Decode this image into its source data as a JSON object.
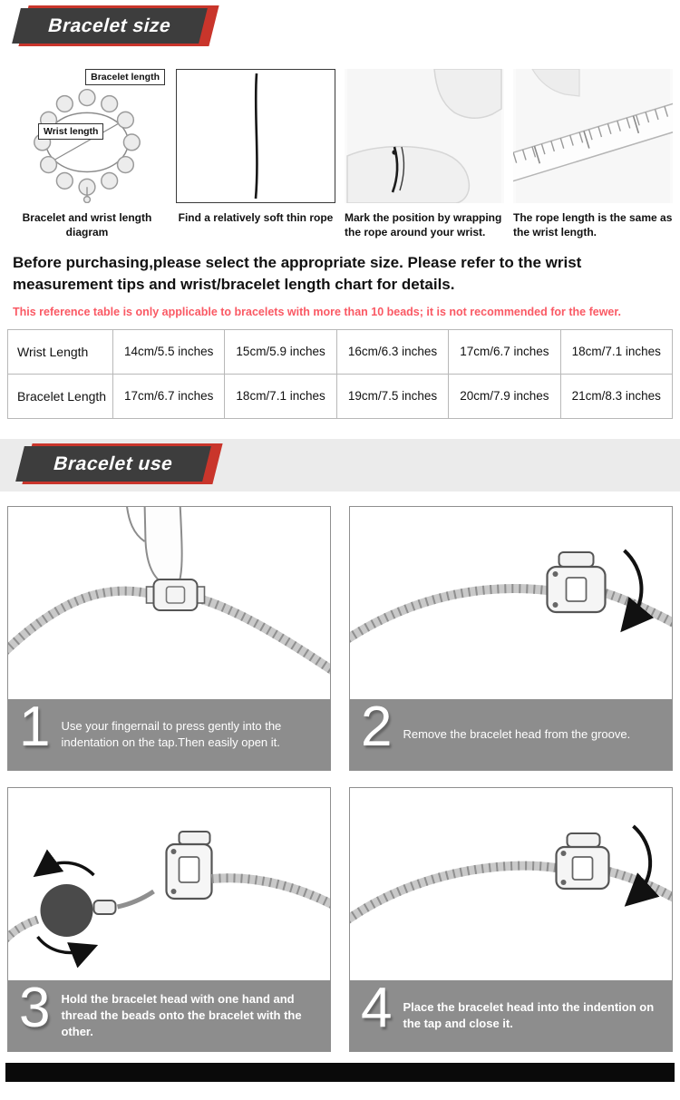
{
  "banners": {
    "size": "Bracelet size",
    "use": "Bracelet use"
  },
  "measure_steps": [
    {
      "caption": "Bracelet and wrist length diagram",
      "label_bracelet": "Bracelet length",
      "label_wrist": "Wrist length"
    },
    {
      "caption": "Find a relatively soft thin rope"
    },
    {
      "caption": "Mark the position by wrapping the rope around your wrist."
    },
    {
      "caption": "The rope length is the same as the wrist length."
    }
  ],
  "intro": "Before purchasing,please select the appropriate size. Please refer to the wrist measurement tips and wrist/bracelet length chart for details.",
  "note": "This reference table is only applicable to bracelets with more than 10 beads; it is not recommended for the fewer.",
  "size_table": {
    "rows": [
      {
        "label": "Wrist Length",
        "values": [
          "14cm/5.5 inches",
          "15cm/5.9 inches",
          "16cm/6.3 inches",
          "17cm/6.7 inches",
          "18cm/7.1 inches"
        ]
      },
      {
        "label": "Bracelet Length",
        "values": [
          "17cm/6.7 inches",
          "18cm/7.1 inches",
          "19cm/7.5 inches",
          "20cm/7.9 inches",
          "21cm/8.3 inches"
        ]
      }
    ]
  },
  "use_steps": [
    {
      "number": "1",
      "text": "Use your fingernail to press gently into the indentation on the tap.Then easily open it."
    },
    {
      "number": "2",
      "text": "Remove the bracelet head from the groove."
    },
    {
      "number": "3",
      "text": "Hold the bracelet head with one hand and thread the beads onto the bracelet with the other."
    },
    {
      "number": "4",
      "text": "Place the bracelet head into the indention on the tap and close it."
    }
  ],
  "colors": {
    "accent_red": "#c9352b",
    "note_red": "#fa5964",
    "banner_dark": "#3d3d3d",
    "caption_bar_gray": "#8d8d8d"
  }
}
